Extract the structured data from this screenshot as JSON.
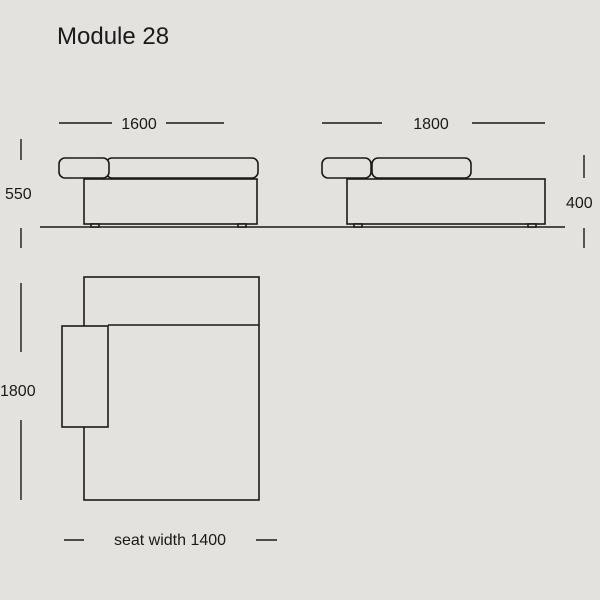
{
  "title": "Module 28",
  "elevation": {
    "left_width": "1600",
    "right_width": "1800",
    "left_height": "550",
    "right_height": "400"
  },
  "plan": {
    "depth": "1800",
    "seat_width": "seat width 1400"
  },
  "colors": {
    "background": "#e3e2de",
    "line": "#1a1a1a"
  }
}
